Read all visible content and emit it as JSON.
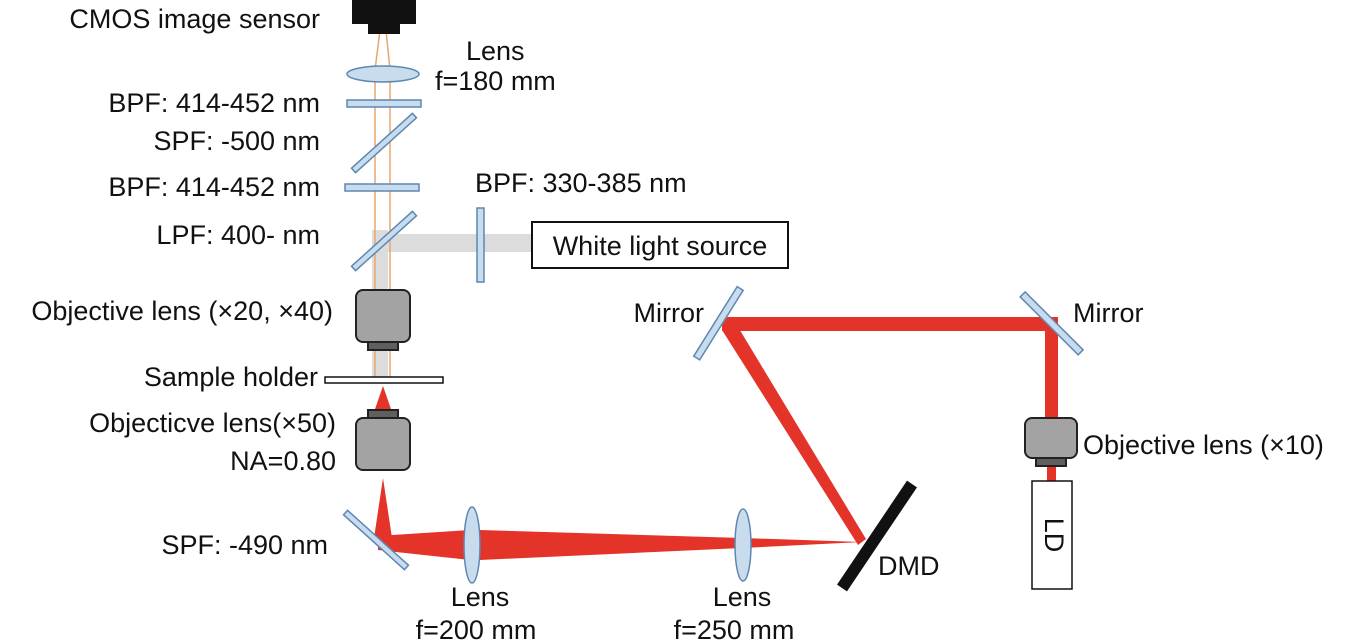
{
  "colors": {
    "laser_beam": "#e4342a",
    "emission_beam": "#e8a76e",
    "white_light_beam": "#dcdcdc",
    "optic_fill": "#c9dcee",
    "optic_edge": "#5c87b3",
    "objective_gray": "#a3a3a3"
  },
  "labels": {
    "cmos": "CMOS image sensor",
    "lens_top_name": "Lens",
    "lens_top_focal": "f=180 mm",
    "bpf_upper": "BPF: 414-452 nm",
    "spf_500": "SPF: -500 nm",
    "bpf_lower": "BPF: 414-452 nm",
    "bpf_white": "BPF: 330-385 nm",
    "lpf_400": "LPF: 400- nm",
    "white_light_source": "White light source",
    "objective_upper": "Objective lens (×20, ×40)",
    "sample_holder": "Sample holder",
    "objective_lower_name": "Objecticve lens(×50)",
    "objective_lower_na": "NA=0.80",
    "spf_490": "SPF: -490 nm",
    "lens_200_name": "Lens",
    "lens_200_focal": "f=200 mm",
    "lens_250_name": "Lens",
    "lens_250_focal": "f=250 mm",
    "dmd": "DMD",
    "mirror_left": "Mirror",
    "mirror_right": "Mirror",
    "objective_x10": "Objective lens (×10)",
    "ld": "LD"
  }
}
